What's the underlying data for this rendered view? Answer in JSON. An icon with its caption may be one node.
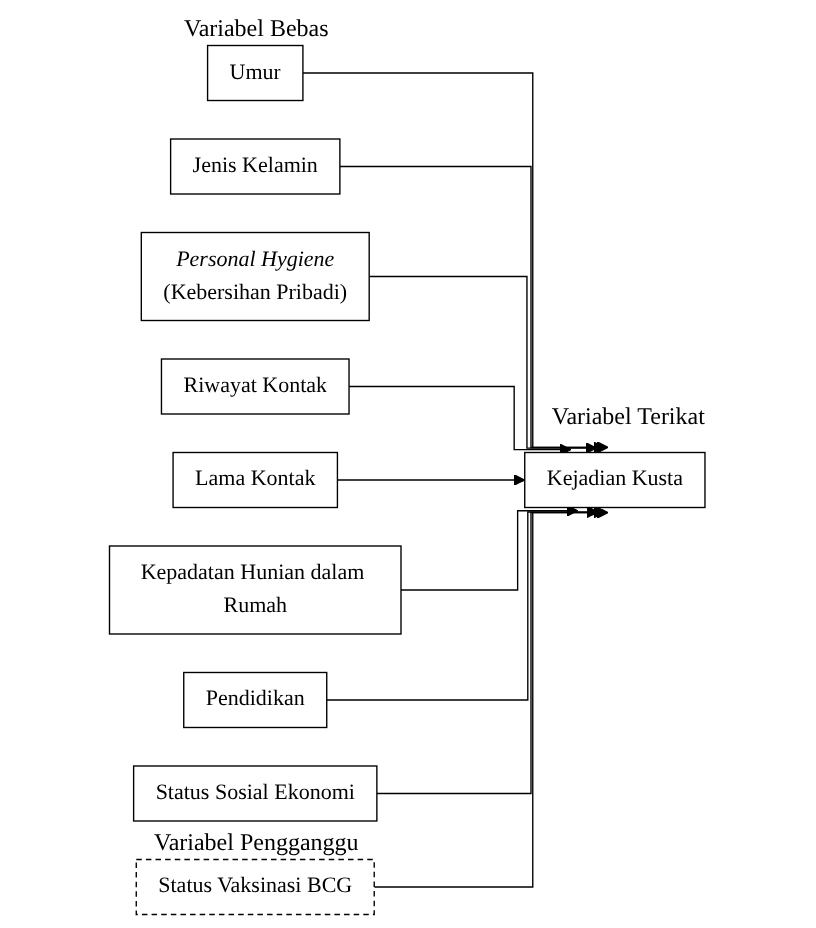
{
  "diagram": {
    "nodes": [
      {
        "text": [
          "Umur"
        ]
      },
      {
        "text": [
          "Jenis Kelamin"
        ]
      },
      {
        "text": [
          "Personal Hygiene",
          "(Kebersihan Pribadi)"
        ]
      },
      {
        "text": [
          "Riwayat Kontak"
        ]
      },
      {
        "text": [
          "Lama Kontak"
        ]
      },
      {
        "text": [
          "Kepadatan Hunian dalam Rumah"
        ]
      },
      {
        "text": [
          "Pendidikan"
        ]
      },
      {
        "text": [
          "Status Sosial Ekonomi"
        ]
      },
      {
        "text": [
          "Kejadian Kusta"
        ]
      },
      {
        "text": [
          "Status Vaksinasi BCG"
        ]
      }
    ],
    "edges": [
      {
        "from": 0,
        "to": 8,
        "arrow": "to"
      },
      {
        "from": 1,
        "to": 8,
        "arrow": "to"
      },
      {
        "from": 2,
        "to": 8,
        "arrow": "to"
      },
      {
        "from": 3,
        "to": 8,
        "arrow": "to"
      },
      {
        "from": 4,
        "to": 8,
        "arrow": "to"
      },
      {
        "from": 5,
        "to": 8,
        "arrow": "to"
      },
      {
        "from": 6,
        "to": 8,
        "arrow": "to"
      },
      {
        "from": 7,
        "to": 8,
        "arrow": "to"
      },
      {
        "from": 9,
        "to": 8,
        "arrow": "to"
      }
    ],
    "labels": [
      "Variabel Bebas",
      "Variabel Terikat",
      "Variabel Pengganggu"
    ]
  }
}
